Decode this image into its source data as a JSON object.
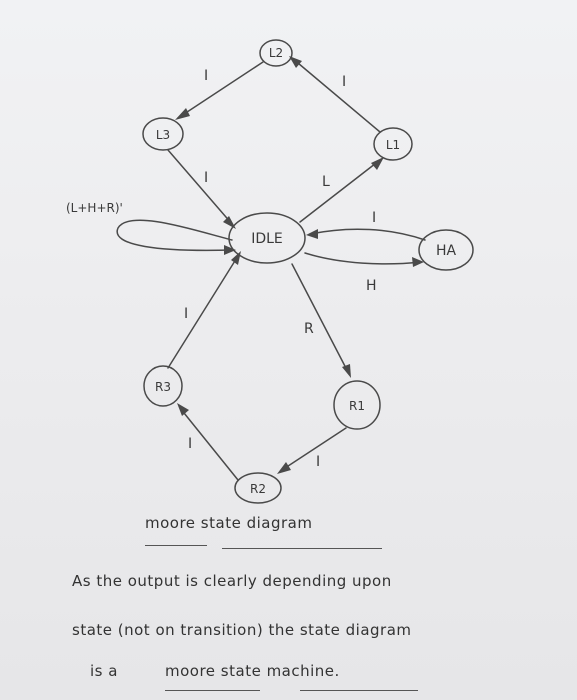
{
  "diagram": {
    "states": {
      "L2": "L2",
      "L3": "L3",
      "L1": "L1",
      "IDLE": "IDLE",
      "HA": "HA",
      "R3": "R3",
      "R1": "R1",
      "R2": "R2"
    },
    "edge_labels": {
      "L2_to_L3": "I",
      "L1_to_L2": "I",
      "L3_to_IDLE": "I",
      "IDLE_to_L1": "L",
      "self_loop": "(L+H+R)'",
      "HA_to_IDLE": "I",
      "IDLE_to_HA": "H",
      "IDLE_to_R1": "R",
      "R3_to_IDLE": "I",
      "R1_to_R2": "I",
      "R2_to_R3": "I"
    }
  },
  "notes": {
    "caption": "moore state diagram",
    "line1": "As the output is clearly depending upon",
    "line2": "state (not on transition) the state diagram",
    "line3": "is a",
    "line3_emph": "moore state machine."
  }
}
